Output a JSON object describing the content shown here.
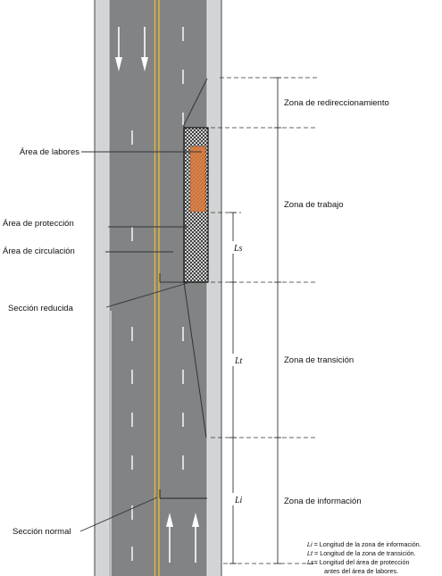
{
  "left_labels": {
    "area_labores": "Área de labores",
    "area_proteccion": "Área de protección",
    "area_circulacion": "Área de circulación",
    "seccion_reducida": "Sección reducida",
    "seccion_normal": "Sección normal"
  },
  "zones": {
    "redireccionamiento": "Zona de redireccionamiento",
    "trabajo": "Zona de trabajo",
    "transicion": "Zona de transición",
    "informacion": "Zona de información"
  },
  "dimensions": {
    "ls": "Ls",
    "lt": "Lt",
    "li": "Li"
  },
  "legend": {
    "li_sym": "Li",
    "li_text": " = Longitud de la zona de información.",
    "lt_sym": "Lt",
    "lt_text": " = Longitud de la zona de transición.",
    "ls_sym": "Ls",
    "ls_text": "= Longitud del área de protección",
    "ls_text2": "antes del área de labores."
  },
  "colors": {
    "pavement": "#818385",
    "shoulder": "#d3d4d5",
    "center_line": "#e2b93e",
    "work_area": "#d9834b",
    "barrier_hatch": "#222222"
  }
}
